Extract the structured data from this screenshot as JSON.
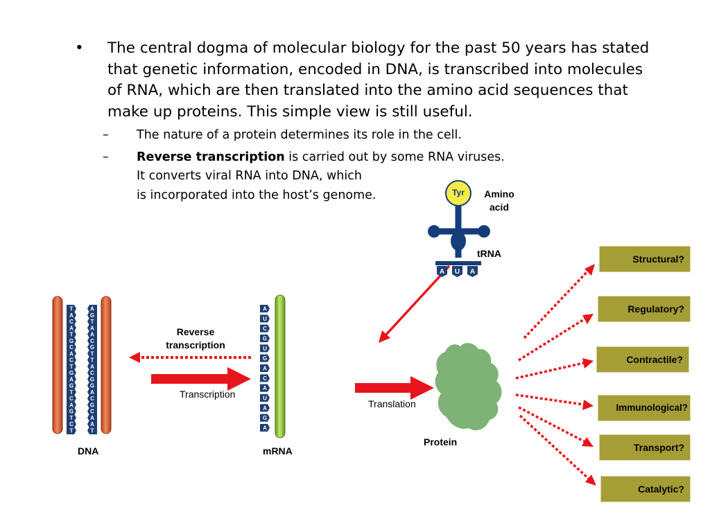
{
  "bullets": {
    "main": "The central dogma of molecular biology for the past 50 years has stated that genetic information, encoded in DNA, is transcribed into molecules of RNA, which are then translated into the amino acid sequences that make up proteins. This simple view is still useful.",
    "sub1": "The nature of a protein determines its role in the cell.",
    "sub2_bold": "Reverse transcription",
    "sub2_line1_rest": " is carried out by some RNA viruses.",
    "sub2_line2": "It converts viral RNA into DNA, which",
    "sub2_line3": "is incorporated into the host’s genome.",
    "bullet_glyph": "•",
    "dash_glyph": "–"
  },
  "diagram": {
    "dna_label": "DNA",
    "mrna_label": "mRNA",
    "reverse_transcription_label": "Reverse transcription",
    "transcription_label": "Transcription",
    "translation_label": "Translation",
    "protein_label": "Protein",
    "trna_label": "tRNA",
    "amino_acid_label": "Amino acid",
    "tyr_label": "Tyr",
    "anticodon": [
      "A",
      "U",
      "A"
    ],
    "dna_left_letters": [
      "T",
      "A",
      "C",
      "A",
      "T",
      "G",
      "C",
      "A",
      "C",
      "T",
      "G",
      "A",
      "G",
      "T",
      "C",
      "A",
      "G",
      "T",
      "C",
      "T"
    ],
    "dna_right_letters": [
      "A",
      "G",
      "T",
      "A",
      "A",
      "C",
      "G",
      "T",
      "T",
      "A",
      "C",
      "G",
      "G",
      "A",
      "C",
      "G",
      "C",
      "A",
      "A",
      "T"
    ],
    "mrna_letters": [
      "A",
      "U",
      "C",
      "G",
      "U",
      "G",
      "A",
      "C",
      "A",
      "U",
      "A",
      "G",
      "A"
    ]
  },
  "roles": [
    "Structural?",
    "Regulatory?",
    "Contractile?",
    "Immunological?",
    "Transport?",
    "Catalytic?"
  ],
  "colors": {
    "arrow_red": "#e8141c",
    "dna_strand": "#e0603a",
    "mrna_strand": "#8dc03e",
    "base_blue": "#1f3f73",
    "trna_blue": "#143d7a",
    "tyr_yellow": "#f5ec4a",
    "protein_green": "#7fb276",
    "role_box": "#a59d35"
  }
}
